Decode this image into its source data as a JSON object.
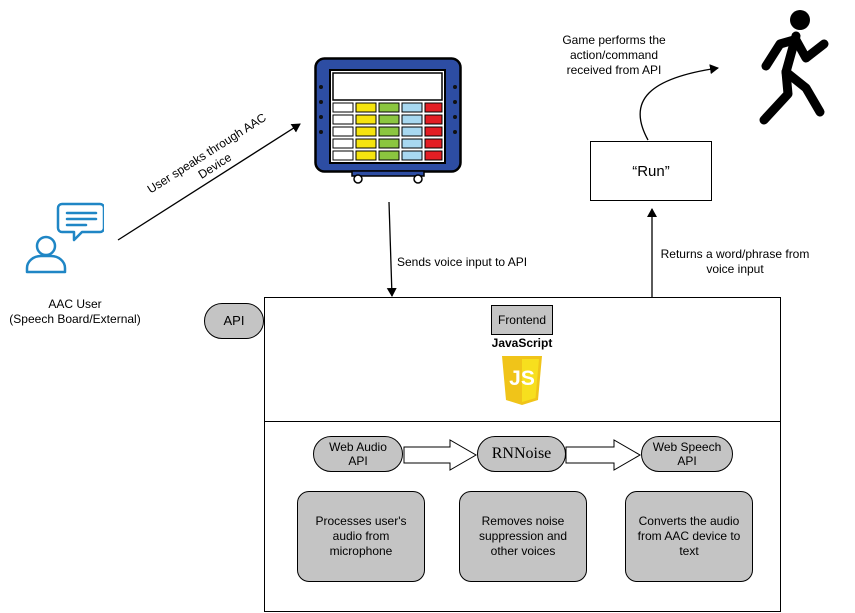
{
  "actors": {
    "user_label_line1": "AAC User",
    "user_label_line2": "(Speech Board/External)"
  },
  "arrows": {
    "user_to_device": "User speaks through AAC Device",
    "device_to_api": "Sends voice input to API",
    "api_to_result": "Returns a word/phrase from voice input",
    "result_to_game": "Game performs the action/command received from API"
  },
  "result": {
    "word": "“Run”"
  },
  "api": {
    "badge": "API",
    "frontend_label": "Frontend",
    "js_logo_text": "JavaScript",
    "js_badge": "JS"
  },
  "pipeline": {
    "stages": [
      {
        "name": "Web Audio API",
        "description": "Processes user's audio from microphone"
      },
      {
        "name": "RNNoise",
        "description": "Removes noise suppression and other voices"
      },
      {
        "name": "Web Speech API",
        "description": "Converts the audio from AAC device to text"
      }
    ]
  },
  "colors": {
    "icon_blue": "#1f86c5",
    "device_blue": "#2d4da3",
    "device_yellow": "#f5e40f",
    "device_green": "#8bc63f",
    "device_lightblue": "#a8d8f0",
    "device_red": "#e31e24",
    "js_yellow": "#f7df1e",
    "box_gray": "#c4c4c4"
  }
}
